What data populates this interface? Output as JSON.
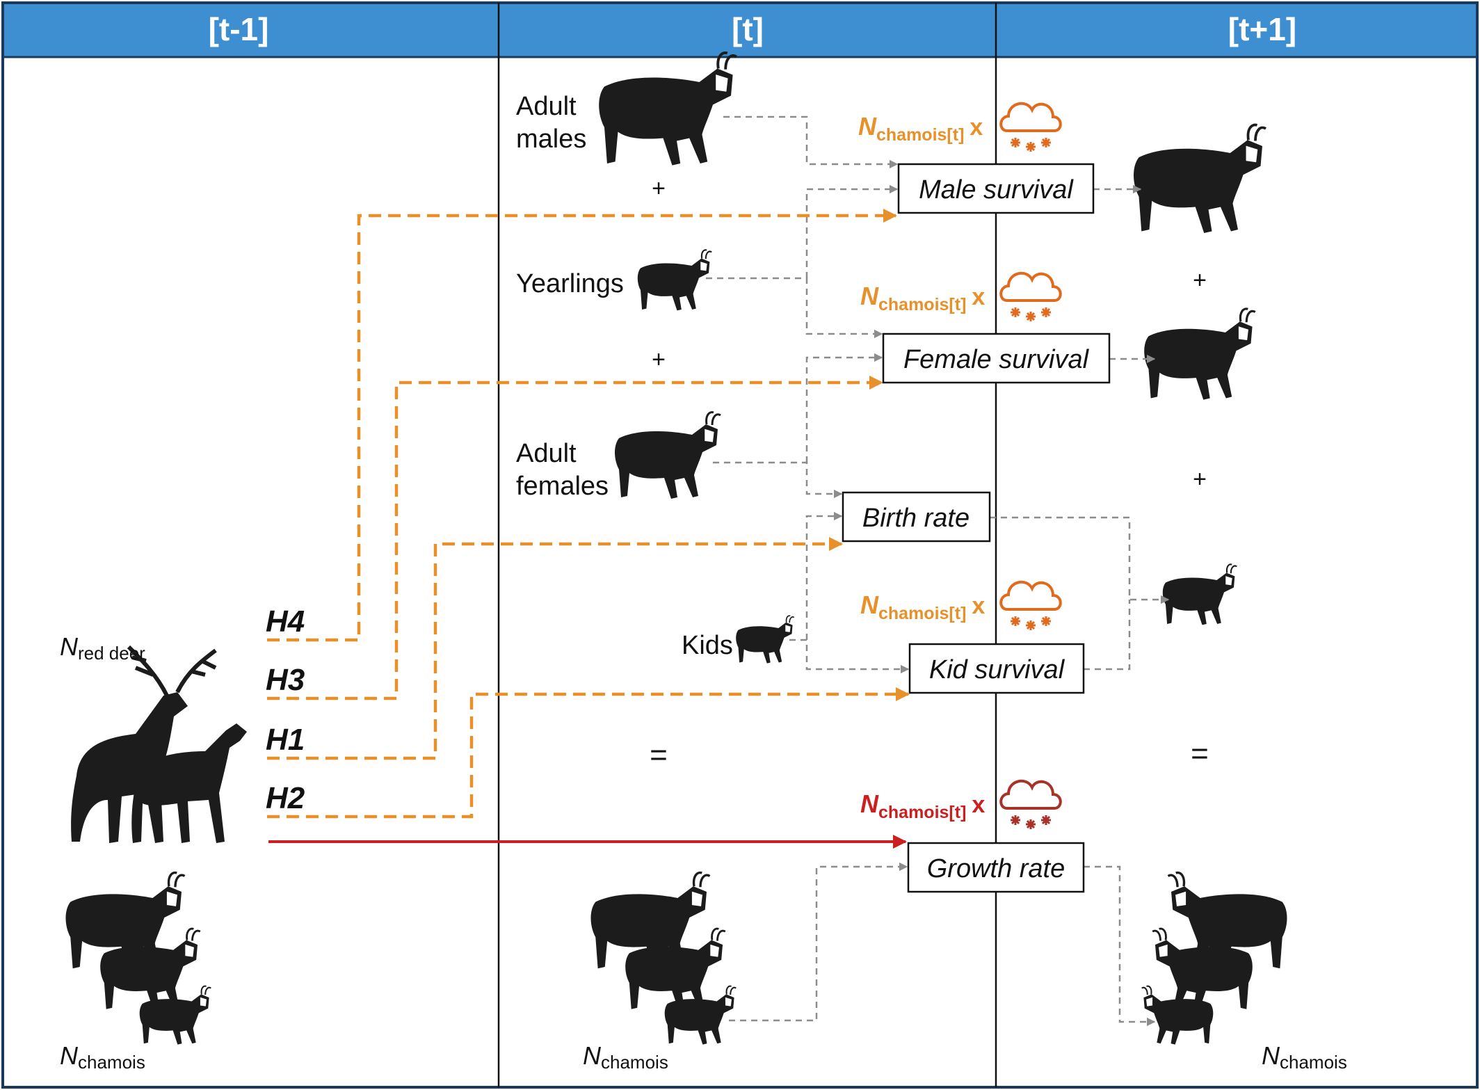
{
  "columns": [
    "[t-1]",
    "[t]",
    "[t+1]"
  ],
  "labels": {
    "adult_males_1": "Adult",
    "adult_males_2": "males",
    "yearlings": "Yearlings",
    "adult_females_1": "Adult",
    "adult_females_2": "females",
    "kids": "Kids",
    "plus": "+",
    "equals": "="
  },
  "boxes": {
    "male_survival": "Male survival",
    "female_survival": "Female survival",
    "birth_rate": "Birth rate",
    "kid_survival": "Kid survival",
    "growth_rate": "Growth rate"
  },
  "hypotheses": [
    "H4",
    "H3",
    "H1",
    "H2"
  ],
  "weather_term": {
    "n": "N",
    "sub": "chamois[t]",
    "x": "x"
  },
  "n_labels": {
    "n": "N",
    "red_deer_sub": "red deer",
    "chamois_sub": "chamois"
  },
  "colors": {
    "header": "#3d8fd1",
    "orange": "#e8902a",
    "red": "#cc1f1f",
    "weather_icon": "#e06a1e",
    "weather_icon_red": "#a8322a",
    "gray_arrow": "#8c8c8c"
  },
  "icons": [
    "snow-cloud-icon",
    "chamois-silhouette",
    "red-deer-silhouette"
  ]
}
